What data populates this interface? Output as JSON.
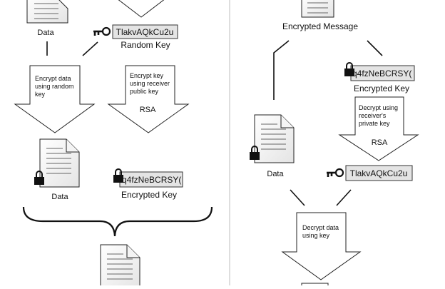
{
  "left_panel": {
    "data_label_top": "Data",
    "random_key_value": "TlakvAQkCu2u",
    "random_key_caption": "Random Key",
    "encrypt_data_text": [
      "Encrypt data",
      "using random",
      "key"
    ],
    "encrypt_key_text": [
      "Encrypt key",
      "using receiver",
      "public key"
    ],
    "encrypt_key_algo": "RSA",
    "data_label_mid": "Data",
    "encrypted_key_value": "q4fzNeBCRSY(",
    "encrypted_key_caption": "Encrypted Key"
  },
  "right_panel": {
    "encrypted_message_caption": "Encrypted Message",
    "encrypted_key_value": "q4fzNeBCRSY(",
    "encrypted_key_caption": "Encrypted Key",
    "decrypt_key_text": [
      "Decrypt using",
      "receiver's",
      "private key"
    ],
    "decrypt_key_algo": "RSA",
    "data_label": "Data",
    "random_key_value": "TlakvAQkCu2u",
    "decrypt_data_text": [
      "Decrypt data",
      "using key"
    ]
  }
}
